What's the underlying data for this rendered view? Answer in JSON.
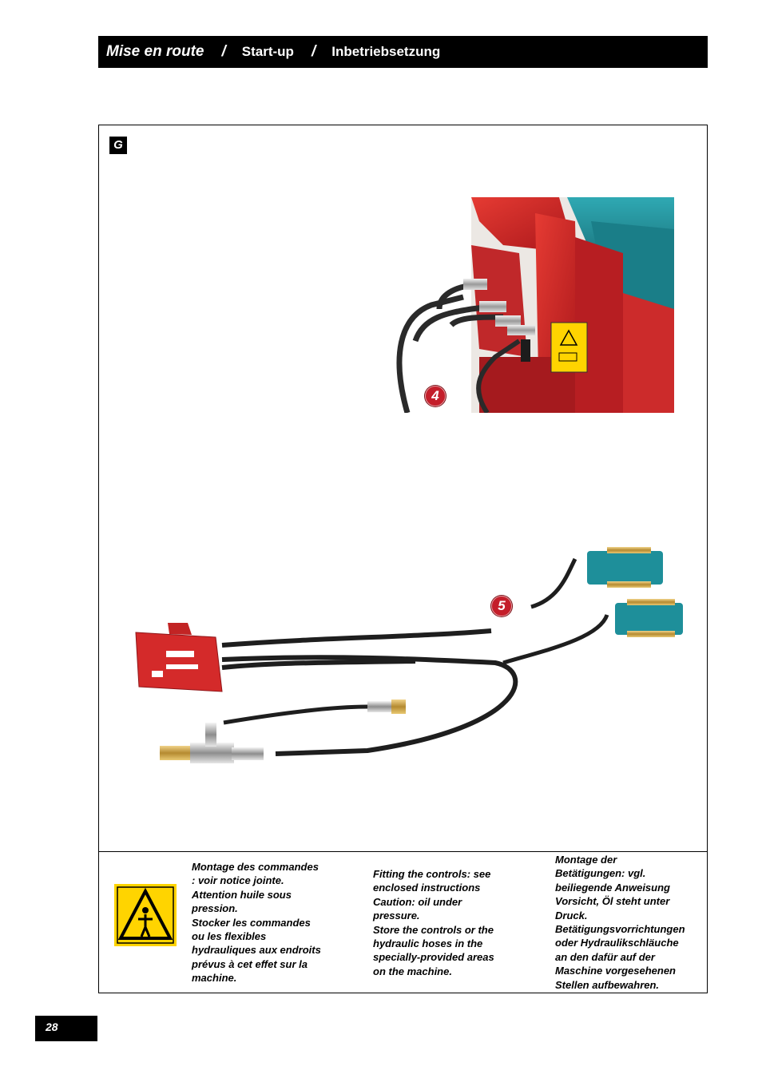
{
  "header": {
    "title_fr": "Mise en route",
    "separator": "/",
    "title_en": "Start-up",
    "title_de": "Inbetriebsetzung"
  },
  "figure": {
    "label": "G",
    "callouts": [
      {
        "id": "callout-4",
        "text": "4"
      },
      {
        "id": "callout-5",
        "text": "5"
      }
    ]
  },
  "notes": {
    "fr": "Montage des commandes\n: voir notice jointe.\nAttention huile sous\npression.\nStocker les commandes\nou les flexibles\nhydrauliques aux endroits\nprévus à cet effet sur la\nmachine.",
    "en": "Fitting the controls: see\nenclosed instructions\nCaution: oil under\npressure.\nStore the controls or the\nhydraulic hoses in the\nspecially-provided areas\non the machine.",
    "de": "Montage der\nBetätigungen: vgl.\nbeiliegende Anweisung\nVorsicht, Öl steht unter\nDruck.\nBetätigungsvorrichtungen\noder Hydraulikschläuche\nan den dafür auf der\nMaschine vorgesehenen\nStellen aufbewahren."
  },
  "warning_icon": "hydraulic-pressure-warning-icon",
  "page_number": "28",
  "colors": {
    "machine_red": "#d42a2a",
    "machine_teal": "#1e8f9a",
    "callout_red": "#c41e2a",
    "warning_yellow": "#ffd400"
  }
}
